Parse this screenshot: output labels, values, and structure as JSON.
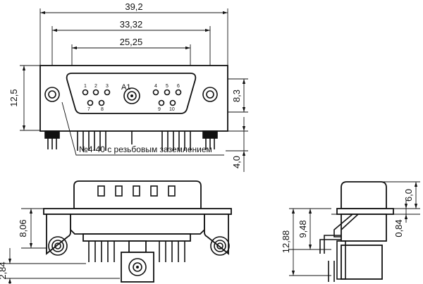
{
  "top_view": {
    "dimensions": {
      "overall_width": "39,2",
      "mounting_hole_spacing": "33,32",
      "shell_width": "25,25",
      "height": "12,5",
      "hole_to_contact_height": "8,3",
      "pin_length": "4,0"
    },
    "contact_label": "A1",
    "pin_numbers_top_left": [
      "1",
      "2",
      "3"
    ],
    "pin_numbers_bottom_left": [
      "7",
      "8"
    ],
    "pin_numbers_top_right": [
      "4",
      "5",
      "6"
    ],
    "pin_numbers_bottom_right": [
      "9",
      "10"
    ],
    "note": "№4-40 с резьбовым заземлением"
  },
  "front_view": {
    "dimensions": {
      "pcb_to_axis": "8,06",
      "pin_offset": "2,84"
    }
  },
  "side_view": {
    "dimensions": {
      "shell_height": "6,0",
      "axis_height": "9,48",
      "total_height": "12,88",
      "flange_thickness": "0,84"
    }
  }
}
